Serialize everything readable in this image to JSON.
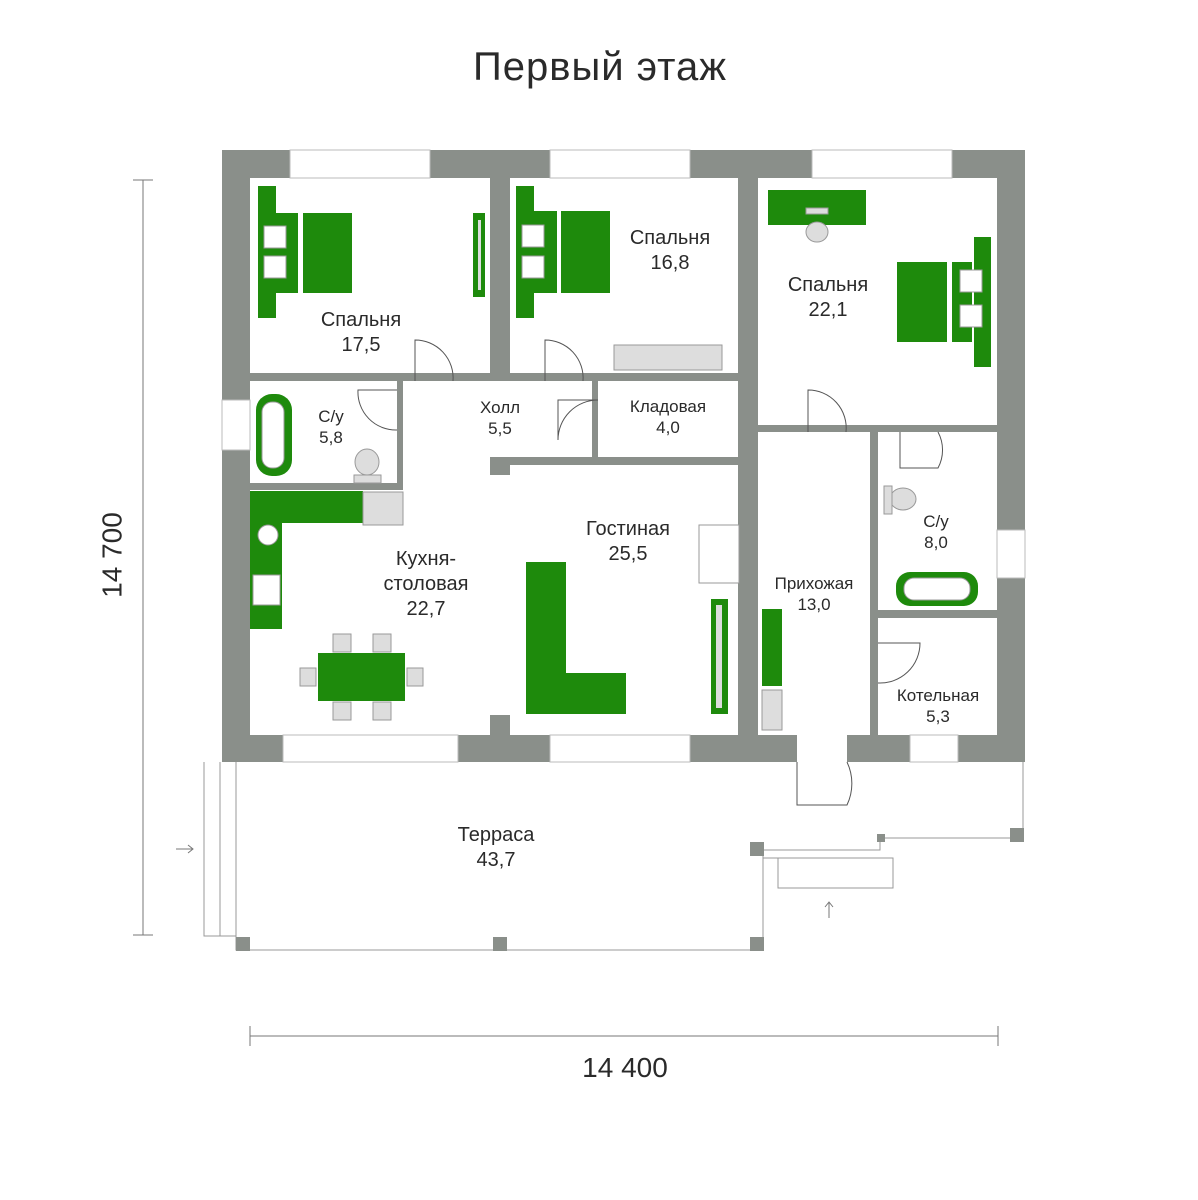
{
  "title": "Первый этаж",
  "dimensions": {
    "height": "14 700",
    "width": "14 400"
  },
  "rooms": [
    {
      "name": "Спальня",
      "area": "17,5"
    },
    {
      "name": "Спальня",
      "area": "16,8"
    },
    {
      "name": "Спальня",
      "area": "22,1"
    },
    {
      "name": "С/у",
      "area": "5,8"
    },
    {
      "name": "Холл",
      "area": "5,5"
    },
    {
      "name": "Кладовая",
      "area": "4,0"
    },
    {
      "name": "Кухня-\nстоловая",
      "area": "22,7"
    },
    {
      "name": "Гостиная",
      "area": "25,5"
    },
    {
      "name": "Прихожая",
      "area": "13,0"
    },
    {
      "name": "С/у",
      "area": "8,0"
    },
    {
      "name": "Котельная",
      "area": "5,3"
    },
    {
      "name": "Терраса",
      "area": "43,7"
    }
  ],
  "colors": {
    "wall": "#8a8f8a",
    "furniture": "#1e8a0c",
    "fixture": "#d9d9d9"
  }
}
